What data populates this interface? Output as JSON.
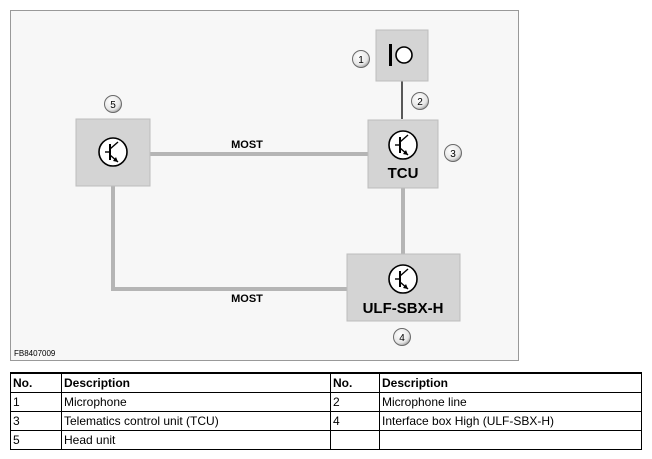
{
  "diagram": {
    "bus_label_top": "MOST",
    "bus_label_bottom": "MOST",
    "tcu_label": "TCU",
    "ulf_label": "ULF-SBX-H",
    "reference": "FB8407009",
    "callouts": [
      "1",
      "2",
      "3",
      "4",
      "5"
    ]
  },
  "legend": {
    "headers": [
      "No.",
      "Description",
      "No.",
      "Description"
    ],
    "rows": [
      [
        "1",
        "Microphone",
        "2",
        "Microphone line"
      ],
      [
        "3",
        "Telematics control unit (TCU)",
        "4",
        "Interface box High (ULF-SBX-H)"
      ],
      [
        "5",
        "Head unit",
        "",
        ""
      ]
    ]
  },
  "colors": {
    "box_fill": "#d4d4d4",
    "box_stroke": "#bdbdbd",
    "wire": "#b5b5b5",
    "frame_bg": "#f7f7f7"
  }
}
